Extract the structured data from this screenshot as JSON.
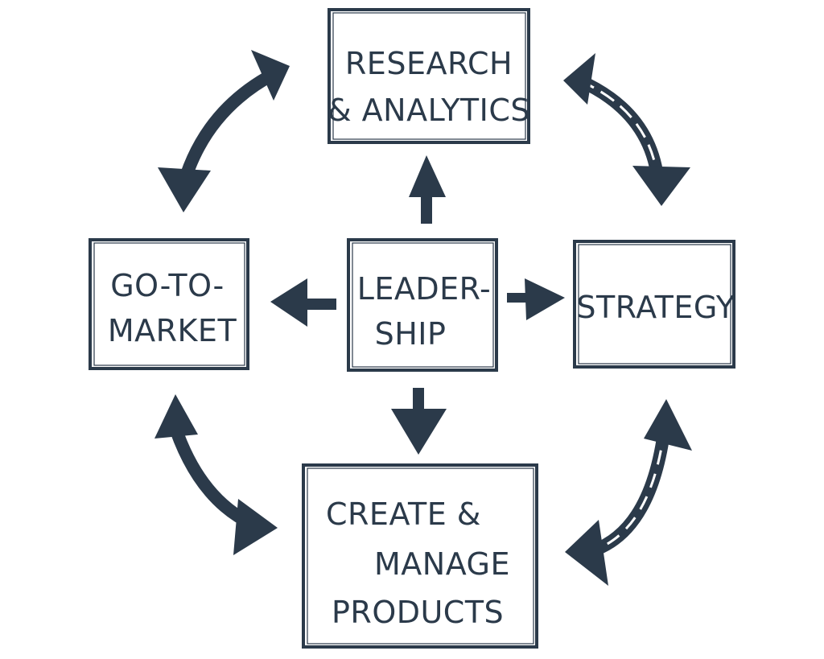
{
  "colors": {
    "ink": "#2b3a4a",
    "background": "#ffffff"
  },
  "nodes": {
    "research": {
      "lines": [
        "RESEARCH",
        "& ANALYTICS"
      ]
    },
    "gotomarket": {
      "lines": [
        "GO-TO-",
        "MARKET"
      ]
    },
    "leadership": {
      "lines": [
        "LEADER-",
        "SHIP"
      ]
    },
    "strategy": {
      "lines": [
        "STRATEGY"
      ]
    },
    "products": {
      "lines": [
        "CREATE &",
        "MANAGE",
        "PRODUCTS"
      ]
    }
  },
  "edges": [
    {
      "from": "leadership",
      "to": "research",
      "direction": "one-way"
    },
    {
      "from": "leadership",
      "to": "gotomarket",
      "direction": "one-way"
    },
    {
      "from": "leadership",
      "to": "strategy",
      "direction": "one-way"
    },
    {
      "from": "leadership",
      "to": "products",
      "direction": "one-way"
    },
    {
      "from": "research",
      "to": "gotomarket",
      "direction": "two-way"
    },
    {
      "from": "research",
      "to": "strategy",
      "direction": "two-way"
    },
    {
      "from": "gotomarket",
      "to": "products",
      "direction": "two-way"
    },
    {
      "from": "strategy",
      "to": "products",
      "direction": "two-way"
    }
  ]
}
